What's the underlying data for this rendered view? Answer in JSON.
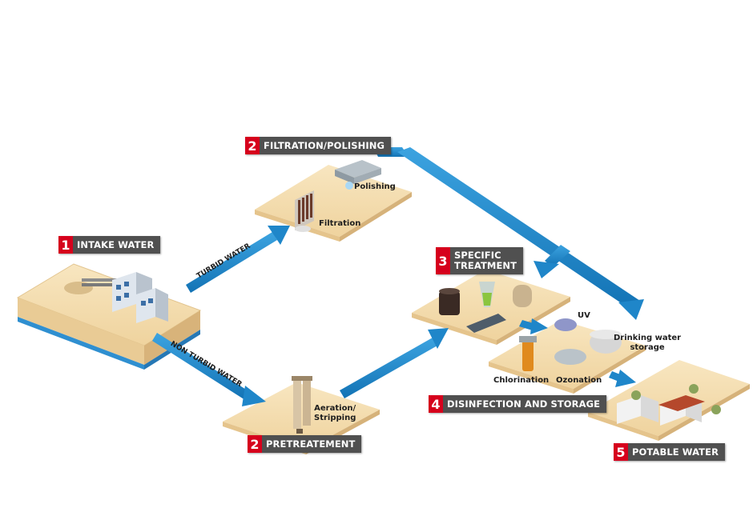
{
  "stages": {
    "intake": {
      "number": "1",
      "label": "INTAKE WATER"
    },
    "filtration": {
      "number": "2",
      "label": "FILTRATION/POLISHING"
    },
    "pretreatment": {
      "number": "2",
      "label": "PRETREATEMENT"
    },
    "specific": {
      "number": "3",
      "label": "SPECIFIC\nTREATMENT"
    },
    "disinfection": {
      "number": "4",
      "label": "DISINFECTION AND STORAGE"
    },
    "potable": {
      "number": "5",
      "label": "POTABLE WATER"
    }
  },
  "captions": {
    "polishing": "Polishing",
    "filtration": "Filtration",
    "aeration": "Aeration/\nStripping",
    "uv": "UV",
    "drinking_storage": "Drinking water\nstorage",
    "chlorination": "Chlorination",
    "ozonation": "Ozonation"
  },
  "flows": {
    "turbid": "TURBID WATER",
    "non_turbid": "NON TURBID WATER"
  },
  "colors": {
    "pipe_blue": "#1f86c9",
    "platform_sand": "#f5deb0",
    "platform_edge": "#d9b680",
    "number_red": "#d6001c",
    "label_gray": "#505050"
  }
}
